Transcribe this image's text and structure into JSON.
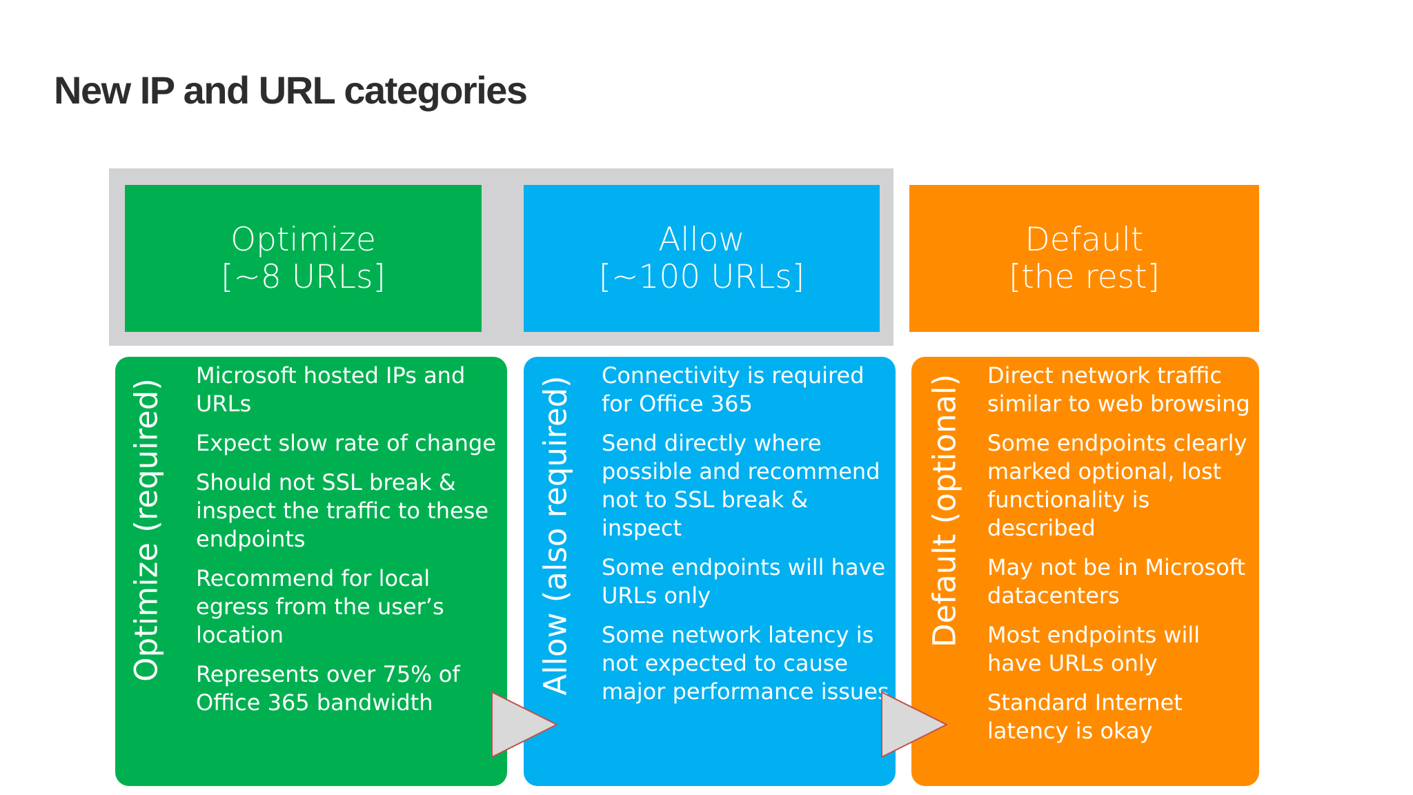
{
  "title": "New IP and URL categories",
  "colors": {
    "optimize": "#00b050",
    "allow": "#00b0f0",
    "default": "#ff8c00",
    "band": "#d2d2d4"
  },
  "categories": [
    {
      "header_line1": "Optimize",
      "header_line2": "[~8 URLs]",
      "vertical_label": "Optimize (required)",
      "bullets": [
        "Microsoft hosted IPs and URLs",
        "Expect slow rate of change",
        "Should not SSL break & inspect the traffic to these endpoints",
        "Recommend for local egress from the user’s location",
        "Represents over 75% of Office 365 bandwidth"
      ]
    },
    {
      "header_line1": "Allow",
      "header_line2": "[~100 URLs]",
      "vertical_label": "Allow (also required)",
      "bullets": [
        "Connectivity is required for Office 365",
        "Send directly where possible and recommend not to SSL break & inspect",
        "Some endpoints will have URLs only",
        "Some network latency is not expected to cause major performance issues"
      ]
    },
    {
      "header_line1": "Default",
      "header_line2": "[the rest]",
      "vertical_label": "Default (optional)",
      "bullets": [
        "Direct network traffic similar to web browsing",
        "Some endpoints clearly marked optional, lost functionality is described",
        "May not be in Microsoft datacenters",
        "Most endpoints will have URLs only",
        "Standard Internet latency is okay"
      ]
    }
  ]
}
